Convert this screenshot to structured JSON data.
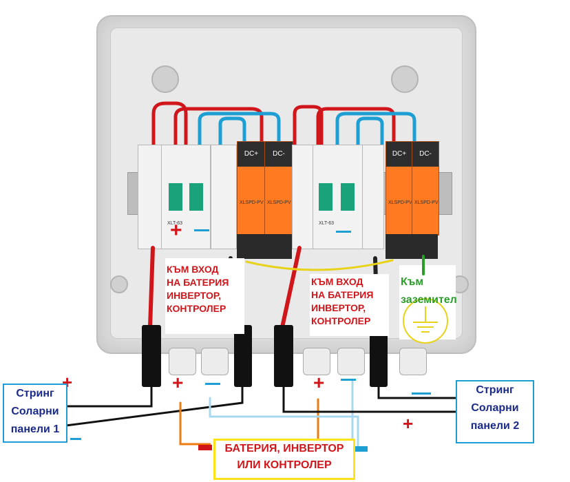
{
  "labels": {
    "left_destination": [
      "КЪМ ВХОД",
      "НА БАТЕРИЯ",
      "ИНВЕРТОР,",
      "КОНТРОЛЕР"
    ],
    "right_destination": [
      "КЪМ ВХОД",
      "НА БАТЕРИЯ",
      "ИНВЕРТОР,",
      "КОНТРОЛЕР"
    ],
    "ground": [
      "Към",
      "заземител"
    ],
    "string_left": [
      "Стринг",
      "Соларни",
      "панели 1"
    ],
    "string_right": [
      "Стринг",
      "Соларни",
      "панели 2"
    ],
    "battery": [
      "БАТЕРИЯ, ИНВЕРТОР",
      "ИЛИ КОНТРОЛЕР"
    ]
  },
  "device_labels": {
    "spd_left_dc_plus": "DC+",
    "spd_left_dc_minus": "DC-",
    "spd_right_dc_plus": "DC+",
    "spd_right_dc_minus": "DC-",
    "spd_model": "XLSPD-PV",
    "breaker_model": "XLT-63"
  },
  "signs": {
    "plus": "+",
    "minus": "‒"
  },
  "colors": {
    "positive": "#d0161b",
    "negative": "#1d9fd4",
    "ground": "#2a9d2a",
    "battery_border": "#ffe21a",
    "battery_wire": "#f07a12"
  }
}
